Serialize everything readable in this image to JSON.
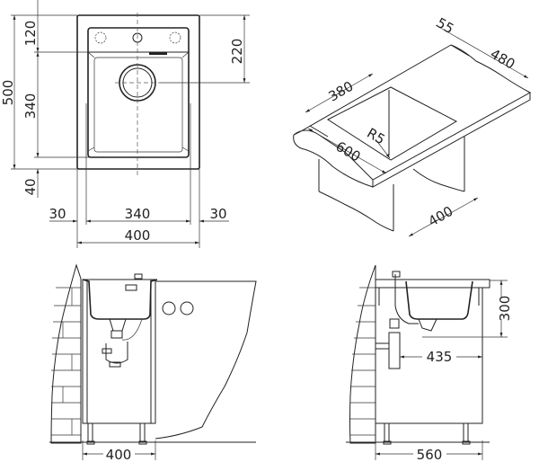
{
  "top_view": {
    "dims": {
      "overall_height": "500",
      "top_strip": "120",
      "bowl_height": "340",
      "bottom_margin": "40",
      "drain_offset": "220",
      "left_margin": "30",
      "bowl_width": "340",
      "right_margin": "30",
      "overall_width": "400"
    }
  },
  "iso_view": {
    "dims": {
      "back_strip": "55",
      "depth": "480",
      "bowl_length": "380",
      "radius": "R5",
      "counter_length": "600",
      "cabinet_width": "400"
    }
  },
  "front_section": {
    "dims": {
      "cabinet_width": "400"
    }
  },
  "side_section": {
    "dims": {
      "sink_depth": "300",
      "drain_distance": "435",
      "cabinet_depth": "560"
    }
  },
  "colors": {
    "line": "#222222",
    "background": "#ffffff"
  }
}
